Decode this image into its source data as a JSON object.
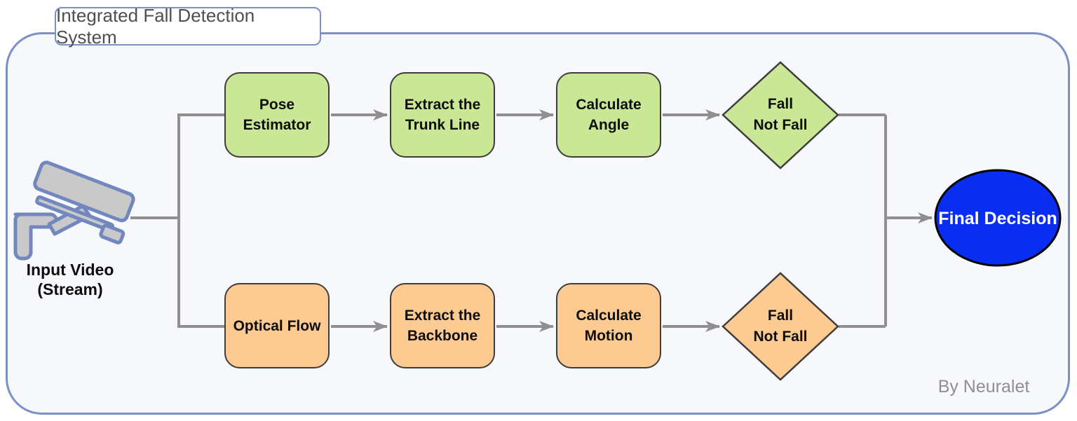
{
  "frame": {
    "title": "Integrated Fall Detection System",
    "credit": "By Neuralet"
  },
  "input_node": {
    "icon": "cctv-camera-icon",
    "line1": "Input Video",
    "line2": "(Stream)"
  },
  "top_branch": {
    "theme_color": "#c9e794",
    "step1": {
      "line1": "Pose",
      "line2": "Estimator"
    },
    "step2": {
      "line1": "Extract the",
      "line2": "Trunk Line"
    },
    "step3": {
      "line1": "Calculate",
      "line2": "Angle"
    },
    "decision": {
      "line1": "Fall",
      "line2": "Not Fall"
    }
  },
  "bottom_branch": {
    "theme_color": "#fdca92",
    "step1": {
      "line1": "Optical Flow",
      "line2": ""
    },
    "step2": {
      "line1": "Extract the",
      "line2": "Backbone"
    },
    "step3": {
      "line1": "Calculate",
      "line2": "Motion"
    },
    "decision": {
      "line1": "Fall",
      "line2": "Not Fall"
    }
  },
  "final_node": {
    "label": "Final Decision",
    "fill": "#0a2df2"
  },
  "colors": {
    "frame_border": "#7b90c6",
    "frame_background": "#f6f8fb",
    "node_border": "#3d3d3d",
    "connector_gray": "#8f8f8f",
    "camera_fill": "#c9c9c9",
    "camera_outline": "#7187be",
    "final_text": "#ffffff",
    "title_text": "#4f4f4f",
    "credit_text": "#8f8f8f"
  }
}
